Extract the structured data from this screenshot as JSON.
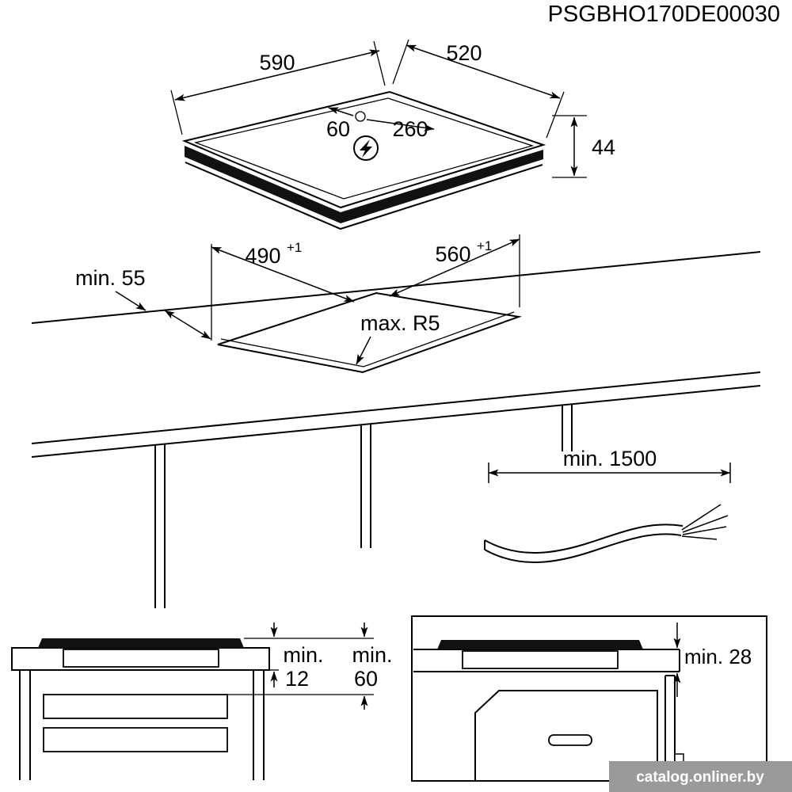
{
  "title": "PSGBHO170DE00030",
  "watermark": "catalog.onliner.by",
  "hob": {
    "width": "590",
    "depth": "520",
    "height": "44",
    "connection_offset_small": "60",
    "connection_offset_large": "260"
  },
  "cutout": {
    "depth": "490",
    "depth_tolerance": "+1",
    "width": "560",
    "width_tolerance": "+1",
    "min_edge_distance": "min. 55",
    "max_corner_radius": "max. R5"
  },
  "cable": {
    "min_length": "min. 1500"
  },
  "clearances": {
    "drawer_label": "min.",
    "drawer_value": "12",
    "shelf_label": "min.",
    "shelf_value": "60",
    "oven": "min. 28"
  }
}
